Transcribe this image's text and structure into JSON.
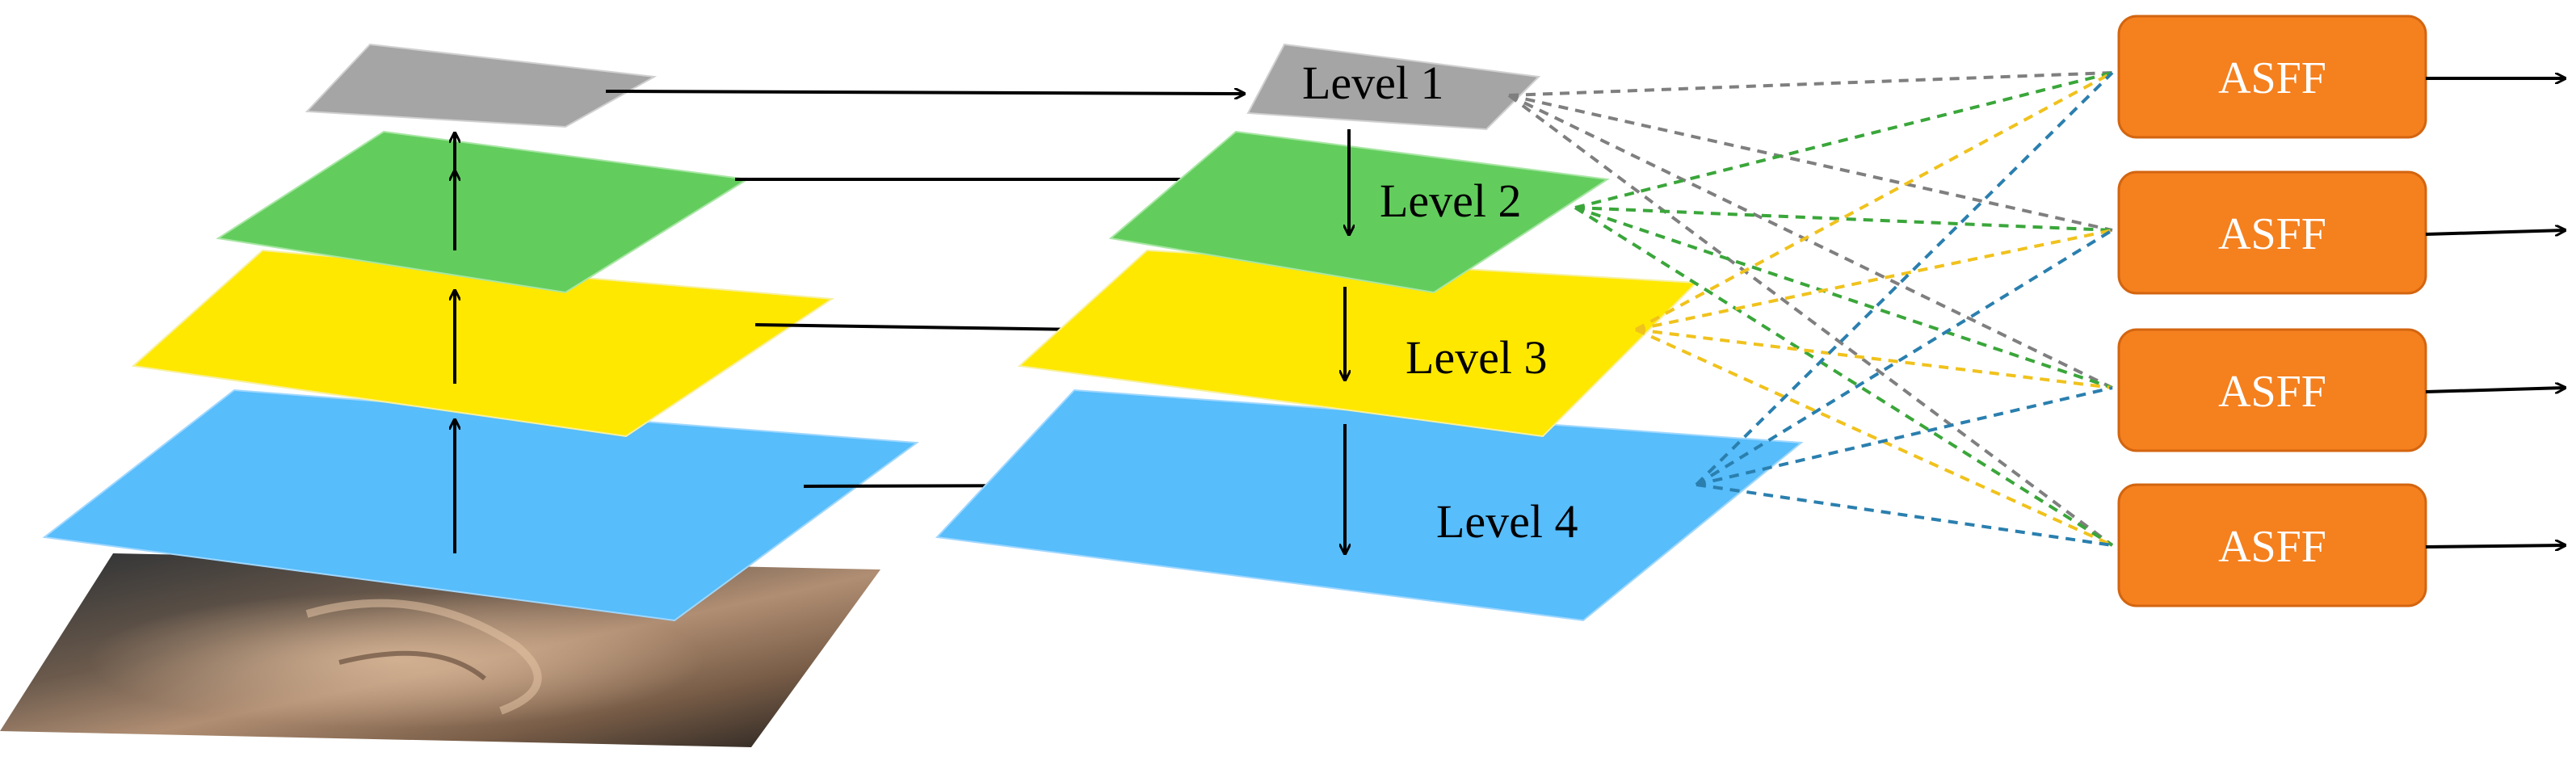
{
  "diagram": {
    "colors": {
      "level1": "#a5a5a5",
      "level2": "#62cd5d",
      "level3": "#ffe800",
      "level4": "#57bdfb",
      "asff_fill": "#f5801e",
      "asff_stroke": "#d36510",
      "arrow": "#000000",
      "dash_level1": "#7f7f7f",
      "dash_level2": "#3aa63a",
      "dash_level3": "#f0c21c",
      "dash_level4": "#2a7fae"
    },
    "levels": [
      {
        "label": "Level 1"
      },
      {
        "label": "Level 2"
      },
      {
        "label": "Level 3"
      },
      {
        "label": "Level 4"
      }
    ],
    "asff_blocks": [
      {
        "label": "ASFF"
      },
      {
        "label": "ASFF"
      },
      {
        "label": "ASFF"
      },
      {
        "label": "ASFF"
      }
    ],
    "input_image_icon": "photo-of-elderly-man"
  }
}
